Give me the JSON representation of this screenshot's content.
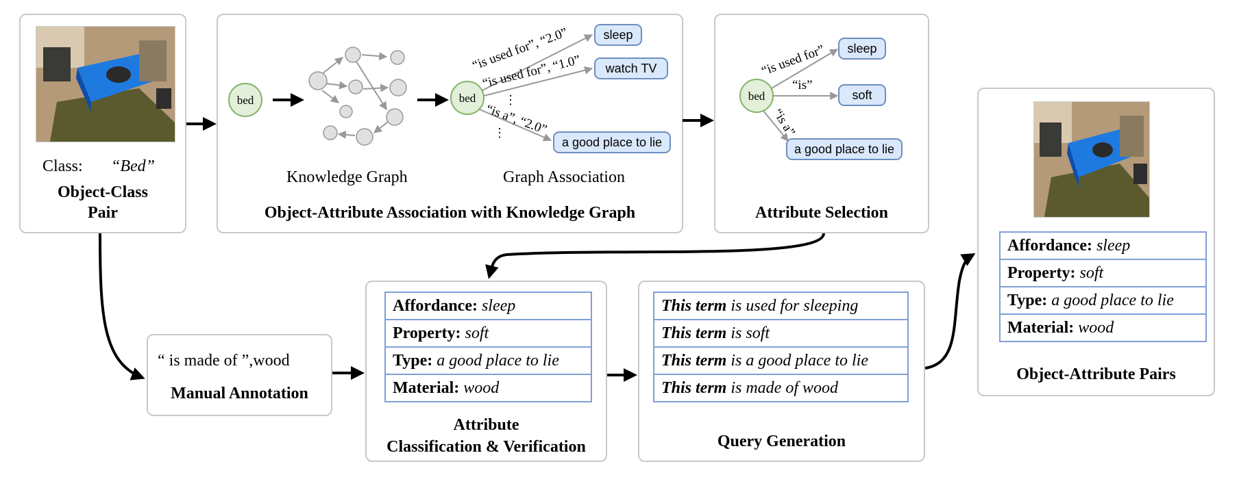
{
  "panel1": {
    "class_label": "Class:",
    "class_value": "“Bed”",
    "title_line1": "Object-Class",
    "title_line2": "Pair"
  },
  "panel2": {
    "knowledge_graph_caption": "Knowledge Graph",
    "graph_association_caption": "Graph Association",
    "title": "Object-Attribute Association with Knowledge Graph",
    "bed_node": "bed",
    "assoc_bed_node": "bed",
    "edge_labels": [
      "“is used for”, “2.0”",
      "“is used for”, “1.0”",
      "“is a”, “2.0”"
    ],
    "targets": [
      "sleep",
      "watch TV",
      "a good place to lie"
    ],
    "ellipsis": "⋮"
  },
  "panel3": {
    "bed_node": "bed",
    "edge_labels": [
      "“is used for”",
      "“is”",
      "“is a”"
    ],
    "targets": [
      "sleep",
      "soft",
      "a good place to lie"
    ],
    "title": "Attribute Selection"
  },
  "manual": {
    "text": "“ is made of ”,wood",
    "title": "Manual Annotation"
  },
  "classification": {
    "rows": [
      {
        "key": "Affordance:",
        "value": "sleep"
      },
      {
        "key": "Property:",
        "value": "soft"
      },
      {
        "key": "Type:",
        "value": "a good place to lie"
      },
      {
        "key": "Material:",
        "value": "wood"
      }
    ],
    "title_line1": "Attribute",
    "title_line2": "Classification & Verification"
  },
  "query": {
    "rows": [
      {
        "term": "This term",
        "rest": "is used for sleeping"
      },
      {
        "term": "This term",
        "rest": "is soft"
      },
      {
        "term": "This term",
        "rest": "is a good place to lie"
      },
      {
        "term": "This term",
        "rest": "is made of wood"
      }
    ],
    "title": "Query Generation"
  },
  "pairs": {
    "rows": [
      {
        "key": "Affordance:",
        "value": "sleep"
      },
      {
        "key": "Property:",
        "value": "soft"
      },
      {
        "key": "Type:",
        "value": "a good place to lie"
      },
      {
        "key": "Material:",
        "value": "wood"
      }
    ],
    "title": "Object-Attribute Pairs"
  },
  "colors": {
    "node_fill": "#e2efd9",
    "node_stroke": "#82b366",
    "target_fill": "#dae8fc",
    "target_stroke": "#6c8ebf",
    "table_border": "#7f9fd6",
    "panel_border": "#c8c8c8",
    "graph_node_fill": "#e0e0e0",
    "graph_edge": "#999999"
  }
}
